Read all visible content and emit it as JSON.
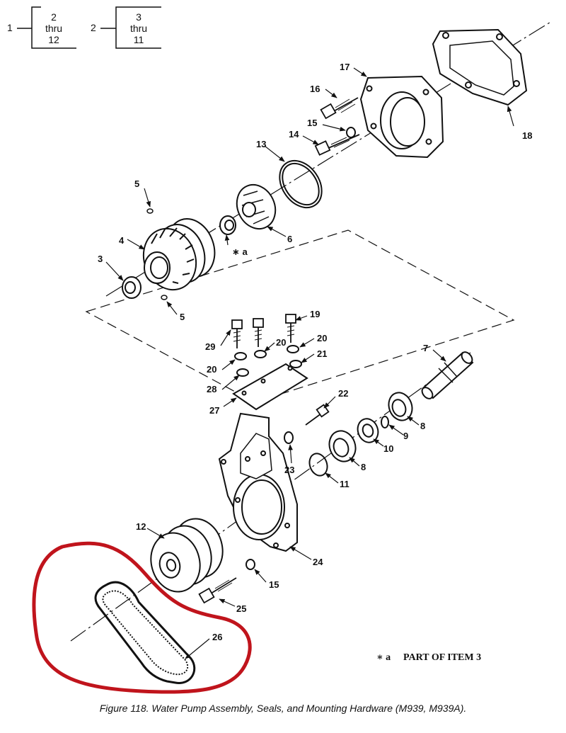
{
  "legend_boxes": [
    {
      "callout": "1",
      "line1": "2",
      "line2": "thru",
      "line3": "12"
    },
    {
      "callout": "2",
      "line1": "3",
      "line2": "thru",
      "line3": "11"
    }
  ],
  "callouts": [
    "3",
    "4",
    "5",
    "5",
    "6",
    "7",
    "8",
    "8",
    "9",
    "10",
    "11",
    "12",
    "13",
    "14",
    "15",
    "15",
    "16",
    "17",
    "18",
    "19",
    "20",
    "20",
    "20",
    "21",
    "22",
    "23",
    "24",
    "25",
    "26",
    "27",
    "28",
    "29",
    "∗ a"
  ],
  "note": {
    "symbol": "∗ a",
    "text": "PART OF ITEM 3"
  },
  "caption": "Figure 118.  Water Pump Assembly, Seals, and Mounting Hardware (M939, M939A).",
  "colors": {
    "ink": "#111111",
    "highlight": "#c0141c",
    "paper": "#ffffff"
  }
}
